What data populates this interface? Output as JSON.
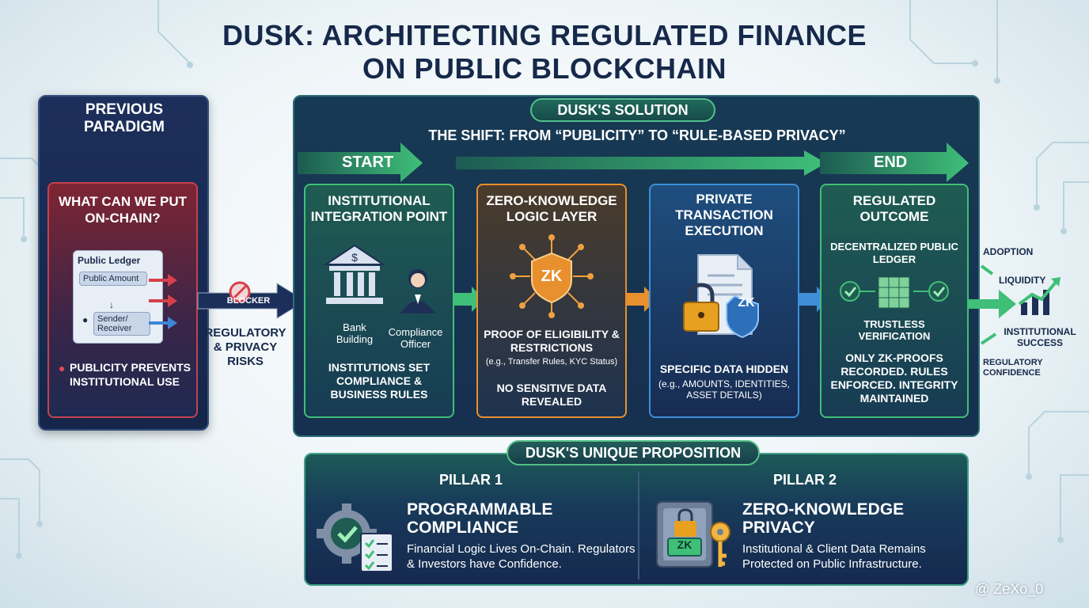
{
  "title_line1": "DUSK: ARCHITECTING REGULATED FINANCE",
  "title_line2": "ON PUBLIC BLOCKCHAIN",
  "previous": {
    "heading": "PREVIOUS PARADIGM",
    "question": "WHAT CAN WE PUT ON-CHAIN?",
    "ledger_title": "Public Ledger",
    "ledger_amount": "Public Amount",
    "ledger_sender": "Sender/ Receiver",
    "ledger_arrow": "↓",
    "bullet": "PUBLICITY PREVENTS INSTITUTIONAL USE"
  },
  "blocker": {
    "label": "BLOCKER",
    "risks": "REGULATORY & PRIVACY RISKS"
  },
  "solution": {
    "tab": "DUSK'S SOLUTION",
    "shift": "THE SHIFT: FROM “PUBLICITY” TO “RULE-BASED PRIVACY”",
    "start_label": "START",
    "end_label": "END",
    "cards": [
      {
        "title": "INSTITUTIONAL INTEGRATION POINT",
        "icon1_label": "Bank Building",
        "icon2_label": "Compliance Officer",
        "body": "INSTITUTIONS SET COMPLIANCE & BUSINESS RULES"
      },
      {
        "title": "ZERO-KNOWLEDGE LOGIC LAYER",
        "badge": "ZK",
        "body": "PROOF OF ELIGIBILITY & RESTRICTIONS",
        "small": "(e.g., Transfer Rules, KYC Status)",
        "body2": "NO SENSITIVE DATA REVEALED"
      },
      {
        "title": "PRIVATE TRANSACTION EXECUTION",
        "badge": "ZK",
        "body": "SPECIFIC DATA HIDDEN",
        "small": "(e.g., AMOUNTS, IDENTITIES, ASSET DETAILS)"
      },
      {
        "title": "REGULATED OUTCOME",
        "ledger": "DECENTRALIZED PUBLIC LEDGER",
        "verify": "TRUSTLESS VERIFICATION",
        "body": "ONLY ZK-PROOFS RECORDED. RULES ENFORCED. INTEGRITY MAINTAINED"
      }
    ]
  },
  "outcomes": {
    "adoption": "ADOPTION",
    "liquidity": "LIQUIDITY",
    "success": "INSTITUTIONAL SUCCESS",
    "confidence": "REGULATORY CONFIDENCE"
  },
  "proposition": {
    "tab": "DUSK'S UNIQUE PROPOSITION",
    "pillar1": {
      "heading": "PILLAR 1",
      "title": "PROGRAMMABLE COMPLIANCE",
      "desc": "Financial Logic Lives On-Chain. Regulators & Investors have Confidence."
    },
    "pillar2": {
      "heading": "PILLAR 2",
      "title": "ZERO-KNOWLEDGE PRIVACY",
      "badge": "ZK",
      "desc": "Institutional & Client Data Remains Protected on Public Infrastructure."
    }
  },
  "watermark": "@ ZeXo_0",
  "colors": {
    "navy": "#16294a",
    "green": "#3fbf78",
    "orange": "#e8902e",
    "blue": "#3e8fd8",
    "red": "#c4414f"
  }
}
